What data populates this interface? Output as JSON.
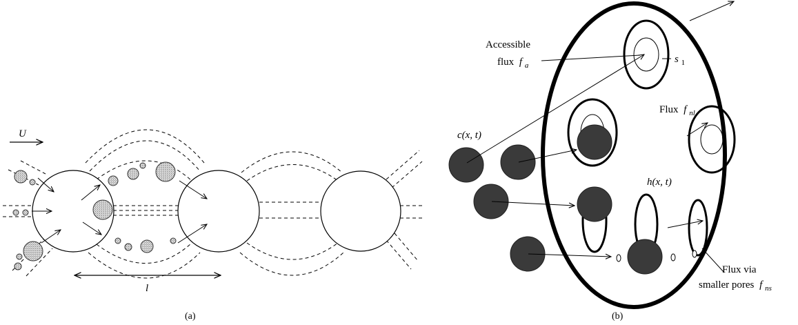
{
  "panel_a": {
    "caption": "(a)",
    "velocity_label": "U",
    "length_label": "l"
  },
  "panel_b": {
    "caption": "(b)",
    "accessible_flux_line1": "Accessible",
    "accessible_flux_line2": "flux",
    "accessible_flux_symbol": "f",
    "accessible_flux_sub": "a",
    "s1_symbol": "s",
    "s1_sub": "1",
    "flux_nl_text": "Flux",
    "flux_nl_symbol": "f",
    "flux_nl_sub": "nl",
    "concentration_label": "c(x, t)",
    "pore_size_label": "h(x, t)",
    "flux_ns_line1": "Flux via",
    "flux_ns_line2": "smaller pores",
    "flux_ns_symbol": "f",
    "flux_ns_sub": "ns"
  },
  "colors": {
    "ink": "#000000",
    "particle_fill": "#c8c8c8",
    "solute_fill": "#3a3a3a"
  }
}
